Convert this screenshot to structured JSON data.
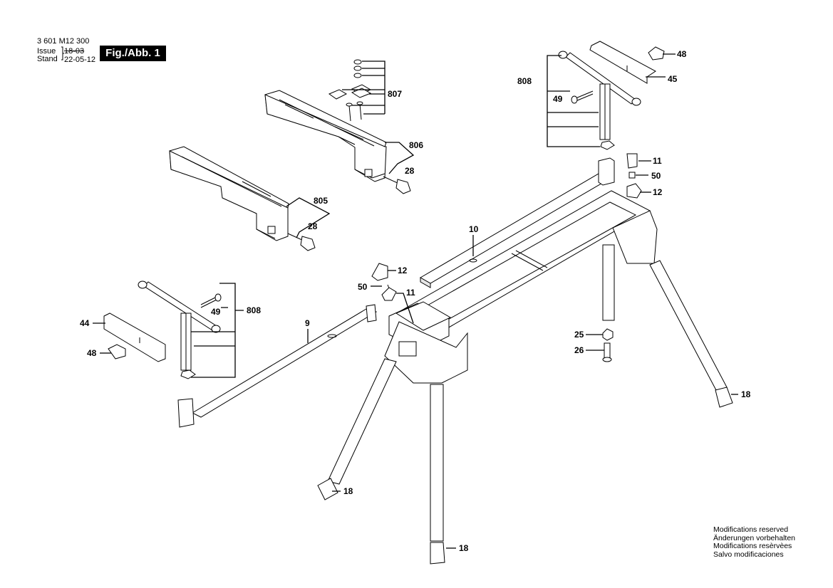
{
  "header": {
    "part_number": "3 601 M12 300",
    "issue_label": "Issue",
    "issue_date_struck": "18-03",
    "stand_label": "Stand",
    "stand_date": "22-05-12",
    "figure_badge": "Fig./Abb. 1"
  },
  "callouts": {
    "c807": "807",
    "c806": "806",
    "c805": "805",
    "c28a": "28",
    "c28b": "28",
    "c808_top": "808",
    "c49_top": "49",
    "c48_top": "48",
    "c45": "45",
    "c11_right": "11",
    "c50_right": "50",
    "c12_right": "12",
    "c10": "10",
    "c12_mid": "12",
    "c50_mid": "50",
    "c11_mid": "11",
    "c808_left": "808",
    "c49_left": "49",
    "c44": "44",
    "c48_left": "48",
    "c9": "9",
    "c25": "25",
    "c26": "26",
    "c18_right": "18",
    "c18_left": "18",
    "c18_bottom": "18"
  },
  "footer": {
    "mod_en": "Modifications reserved",
    "mod_de": "Änderungen vorbehalten",
    "mod_fr": "Modifications resèrvèes",
    "mod_es": "Salvo modificaciones"
  }
}
